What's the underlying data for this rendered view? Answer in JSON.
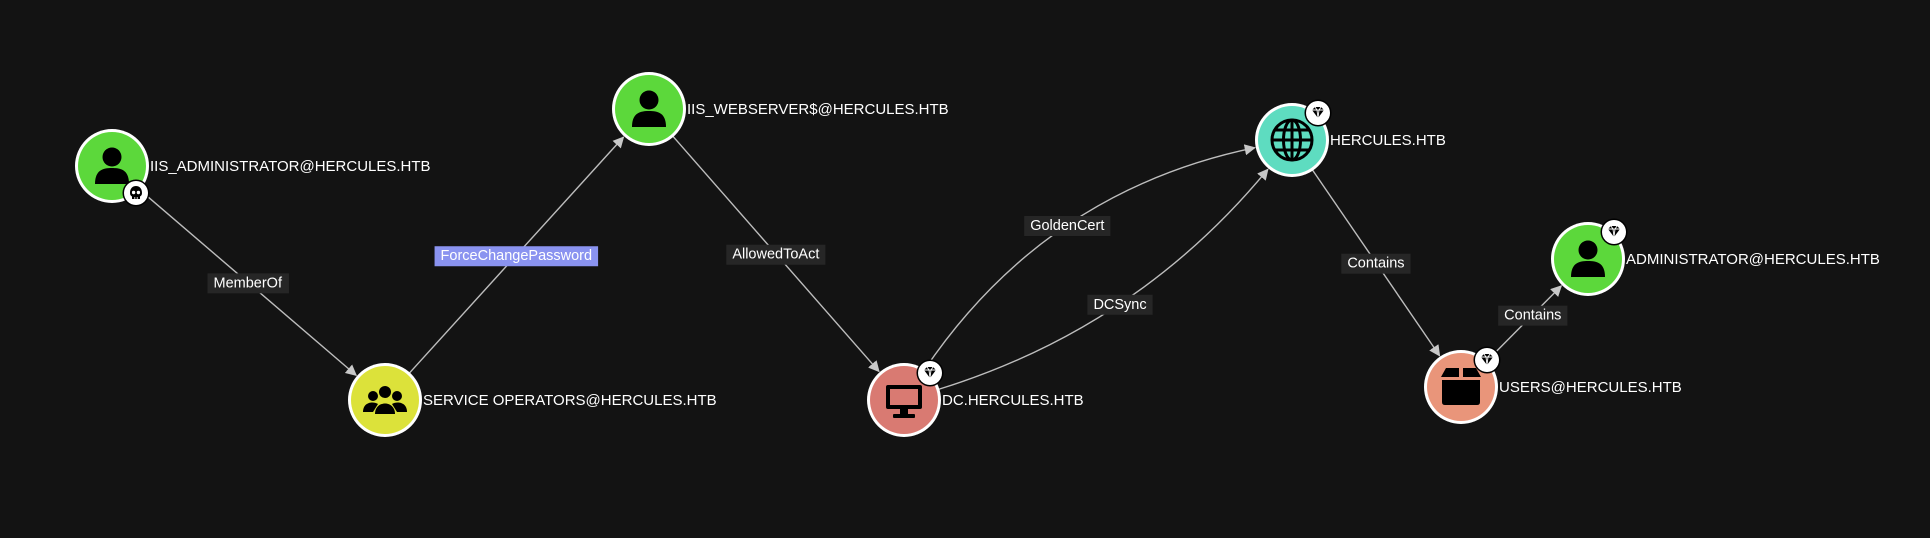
{
  "colors": {
    "background": "#131313",
    "user": "#5cd83b",
    "group": "#dce23a",
    "computer": "#d97a72",
    "domain": "#5edcc0",
    "container": "#e9957a",
    "edge": "#bdbdbd",
    "edge_label_bg": "#262626",
    "edge_label_highlight_bg": "#8a93f0",
    "edge_label_highlight_text": "#1a1a40"
  },
  "nodes": [
    {
      "id": "iis_admin",
      "label": "IIS_ADMINISTRATOR@HERCULES.HTB",
      "kind": "user",
      "icon": "person-icon",
      "badge": "skull-icon"
    },
    {
      "id": "svc_ops",
      "label": "SERVICE OPERATORS@HERCULES.HTB",
      "kind": "group",
      "icon": "group-icon",
      "badge": ""
    },
    {
      "id": "iis_web",
      "label": "IIS_WEBSERVER$@HERCULES.HTB",
      "kind": "user",
      "icon": "person-icon",
      "badge": ""
    },
    {
      "id": "dc",
      "label": "DC.HERCULES.HTB",
      "kind": "computer",
      "icon": "computer-icon",
      "badge": "gem-icon"
    },
    {
      "id": "domain",
      "label": "HERCULES.HTB",
      "kind": "domain",
      "icon": "globe-icon",
      "badge": "gem-icon"
    },
    {
      "id": "users",
      "label": "USERS@HERCULES.HTB",
      "kind": "container",
      "icon": "box-icon",
      "badge": "gem-icon"
    },
    {
      "id": "admin",
      "label": "ADMINISTRATOR@HERCULES.HTB",
      "kind": "user",
      "icon": "person-icon",
      "badge": "gem-icon"
    }
  ],
  "edges": [
    {
      "id": "memberof",
      "from": "iis_admin",
      "to": "svc_ops",
      "label": "MemberOf",
      "highlight": false
    },
    {
      "id": "forcechangepassword",
      "from": "svc_ops",
      "to": "iis_web",
      "label": "ForceChangePassword",
      "highlight": true
    },
    {
      "id": "allowedtoact",
      "from": "iis_web",
      "to": "dc",
      "label": "AllowedToAct",
      "highlight": false
    },
    {
      "id": "goldencert",
      "from": "dc",
      "to": "domain",
      "label": "GoldenCert",
      "highlight": false
    },
    {
      "id": "dcsync",
      "from": "dc",
      "to": "domain",
      "label": "DCSync",
      "highlight": false
    },
    {
      "id": "contains-users",
      "from": "domain",
      "to": "users",
      "label": "Contains",
      "highlight": false
    },
    {
      "id": "contains-admin",
      "from": "users",
      "to": "admin",
      "label": "Contains",
      "highlight": false
    }
  ]
}
